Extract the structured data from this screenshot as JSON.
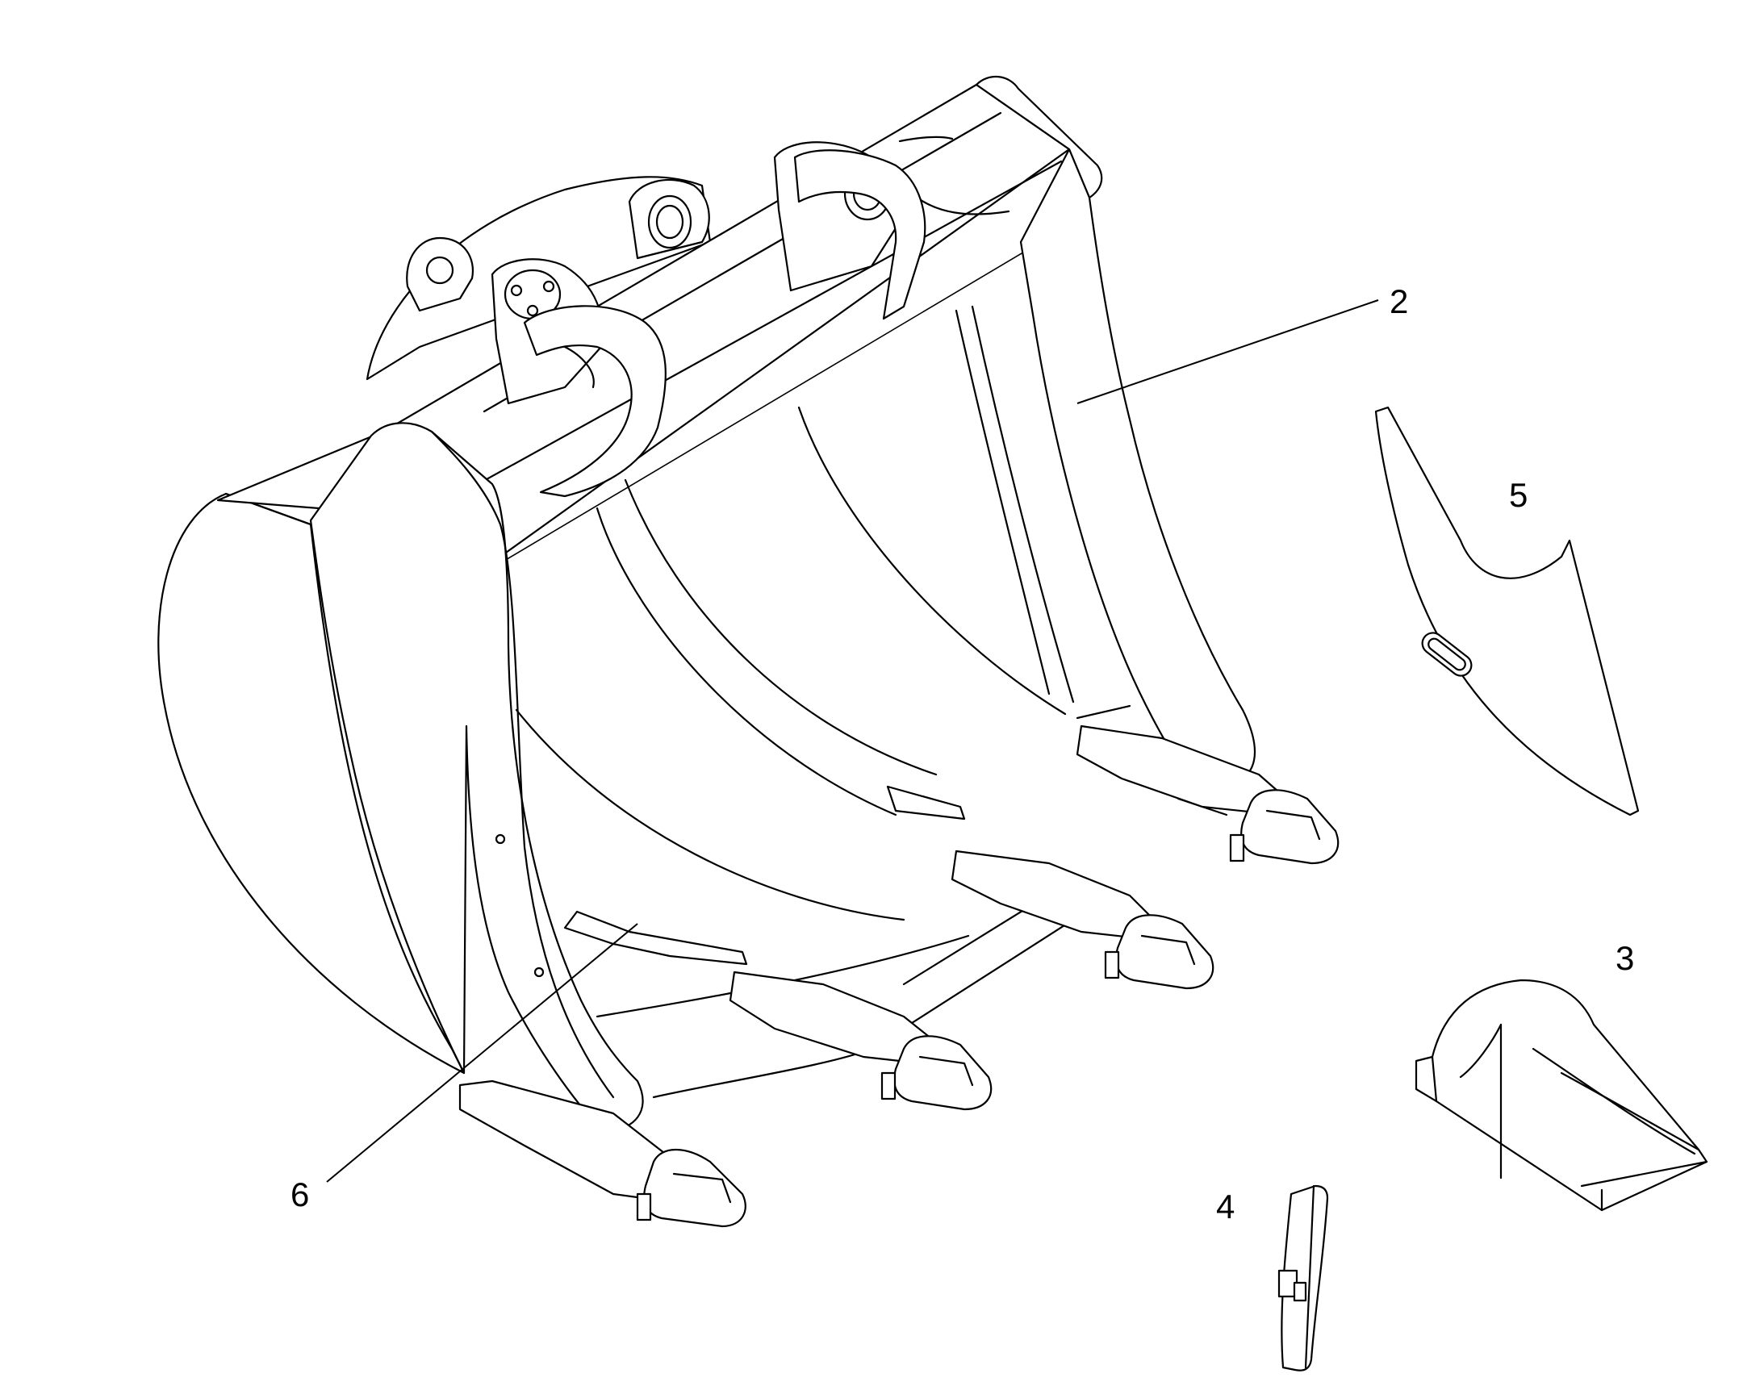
{
  "callouts": [
    {
      "id": "2",
      "label": "2",
      "part": "bucket"
    },
    {
      "id": "3",
      "label": "3",
      "part": "tooth-tip"
    },
    {
      "id": "4",
      "label": "4",
      "part": "retaining-pin"
    },
    {
      "id": "5",
      "label": "5",
      "part": "side-cutter"
    },
    {
      "id": "6",
      "label": "6",
      "part": "wear-strip"
    }
  ],
  "line_color": "#000000",
  "background_color": "#ffffff"
}
